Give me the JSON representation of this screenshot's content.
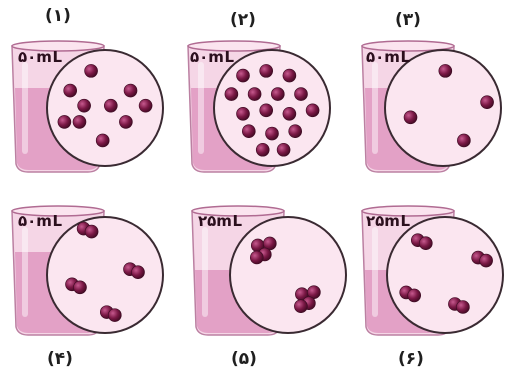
{
  "colors": {
    "beaker_fill": "#f4cfe2",
    "beaker_edge": "#b06b92",
    "liquid": "#dc8fbb",
    "circle_fill": "#fbe6f0",
    "circle_edge": "#3a2a32",
    "particle": "#7a1845"
  },
  "panels": [
    {
      "number": "(۱)",
      "volume": "۵۰mL",
      "particles": [
        [
          0.38,
          0.18
        ],
        [
          0.2,
          0.35
        ],
        [
          0.72,
          0.35
        ],
        [
          0.32,
          0.48
        ],
        [
          0.55,
          0.48
        ],
        [
          0.85,
          0.48
        ],
        [
          0.28,
          0.62
        ],
        [
          0.68,
          0.62
        ],
        [
          0.48,
          0.78
        ],
        [
          0.15,
          0.62
        ]
      ]
    },
    {
      "number": "(۲)",
      "volume": "۵۰mL",
      "particles": [
        [
          0.25,
          0.22
        ],
        [
          0.45,
          0.18
        ],
        [
          0.65,
          0.22
        ],
        [
          0.15,
          0.38
        ],
        [
          0.35,
          0.38
        ],
        [
          0.55,
          0.38
        ],
        [
          0.75,
          0.38
        ],
        [
          0.25,
          0.55
        ],
        [
          0.45,
          0.52
        ],
        [
          0.65,
          0.55
        ],
        [
          0.85,
          0.52
        ],
        [
          0.3,
          0.7
        ],
        [
          0.5,
          0.72
        ],
        [
          0.7,
          0.7
        ],
        [
          0.42,
          0.86
        ],
        [
          0.6,
          0.86
        ]
      ]
    },
    {
      "number": "(۳)",
      "volume": "۵۰mL",
      "particles": [
        [
          0.52,
          0.18
        ],
        [
          0.88,
          0.45
        ],
        [
          0.22,
          0.58
        ],
        [
          0.68,
          0.78
        ]
      ]
    },
    {
      "number": "(۴)",
      "volume": "۵۰mL",
      "particles": [
        [
          0.35,
          0.1
        ],
        [
          0.75,
          0.45
        ],
        [
          0.25,
          0.58
        ],
        [
          0.55,
          0.82
        ]
      ]
    },
    {
      "number": "(۵)",
      "volume": "۲۵mL",
      "particles": [
        [
          0.3,
          0.28
        ],
        [
          0.68,
          0.7
        ]
      ]
    },
    {
      "number": "(۶)",
      "volume": "۲۵mL",
      "particles": [
        [
          0.3,
          0.2
        ],
        [
          0.82,
          0.35
        ],
        [
          0.2,
          0.65
        ],
        [
          0.62,
          0.75
        ]
      ]
    }
  ]
}
